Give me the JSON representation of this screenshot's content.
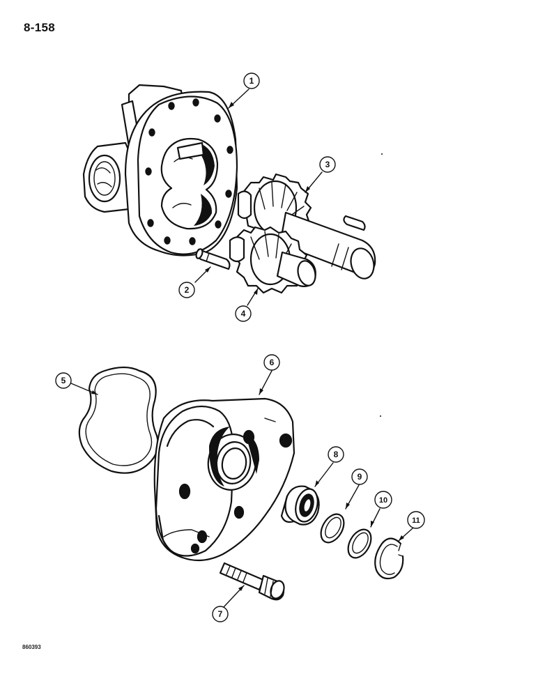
{
  "page": {
    "title": "8-158",
    "drawing_number": "860393"
  },
  "callouts": [
    {
      "id": "1",
      "part": "pump-body"
    },
    {
      "id": "2",
      "part": "dowel-pin"
    },
    {
      "id": "3",
      "part": "drive-gear-shaft"
    },
    {
      "id": "4",
      "part": "driven-gear"
    },
    {
      "id": "5",
      "part": "gasket-seal"
    },
    {
      "id": "6",
      "part": "pump-cover"
    },
    {
      "id": "7",
      "part": "bolt"
    },
    {
      "id": "8",
      "part": "oil-seal"
    },
    {
      "id": "9",
      "part": "washer"
    },
    {
      "id": "10",
      "part": "washer"
    },
    {
      "id": "11",
      "part": "snap-ring"
    }
  ],
  "colors": {
    "line": "#111111",
    "background": "#ffffff"
  }
}
